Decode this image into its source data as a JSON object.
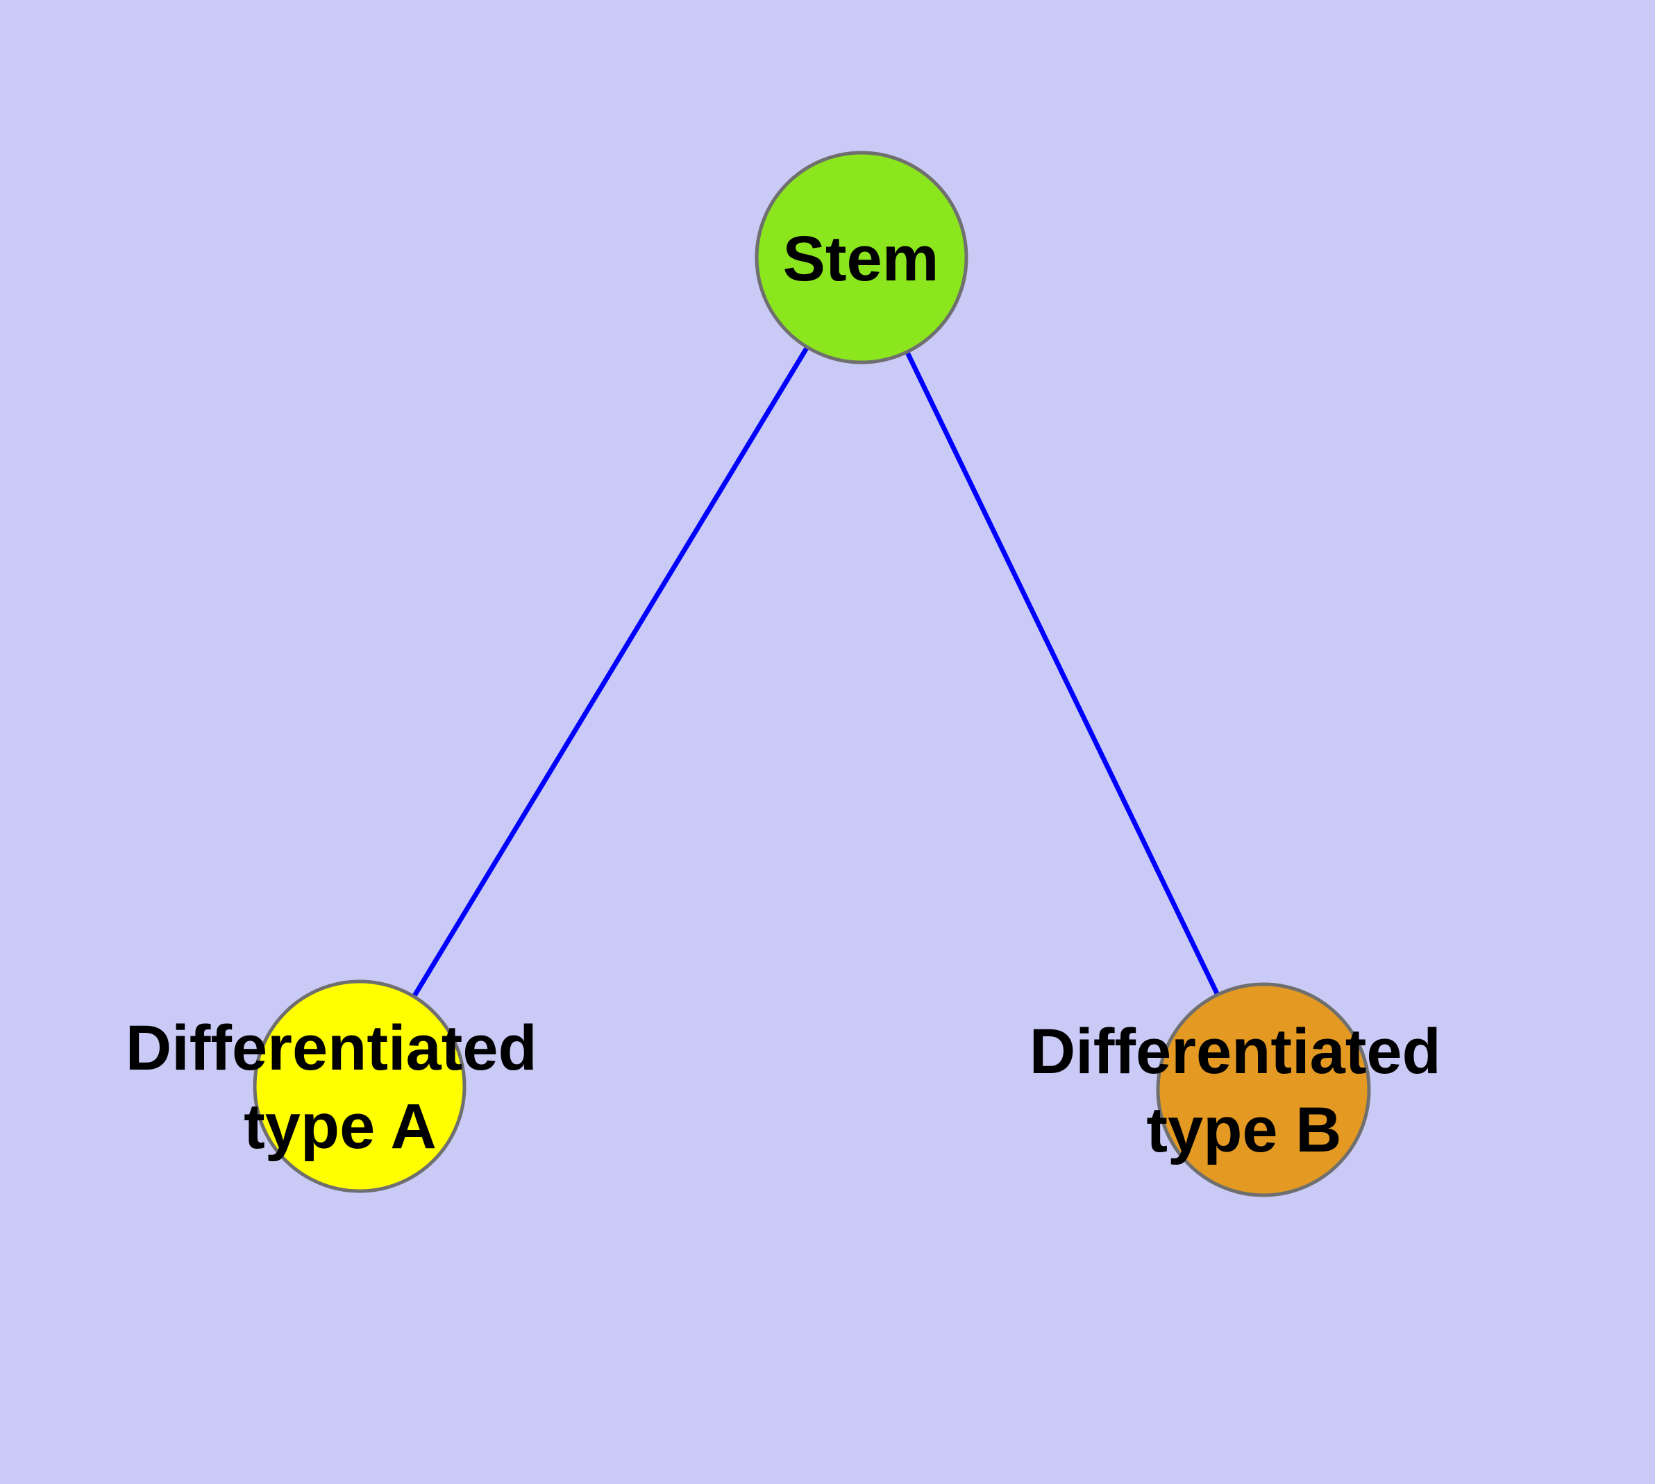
{
  "diagram": {
    "type": "graph",
    "description": "Stem cell differentiation tree: one stem node with edges to two differentiated cell type nodes",
    "colors": {
      "background": "#cacaf6",
      "edge": "#0000ff",
      "node_border": "#6f6f6f",
      "label_text": "#000000",
      "stem_fill": "#8ce61e",
      "type_a_fill": "#ffff00",
      "type_b_fill": "#e49a22"
    },
    "nodes": {
      "stem": {
        "label": "Stem",
        "fill": "#8ce61e"
      },
      "type_a": {
        "label": "Differentiated type A",
        "label_line1": "Differentiated",
        "label_line2": "type A",
        "fill": "#ffff00"
      },
      "type_b": {
        "label": "Differentiated type B",
        "label_line1": "Differentiated",
        "label_line2": "type B",
        "fill": "#e49a22"
      }
    },
    "edges": [
      {
        "from": "stem",
        "to": "type_a"
      },
      {
        "from": "stem",
        "to": "type_b"
      }
    ]
  }
}
